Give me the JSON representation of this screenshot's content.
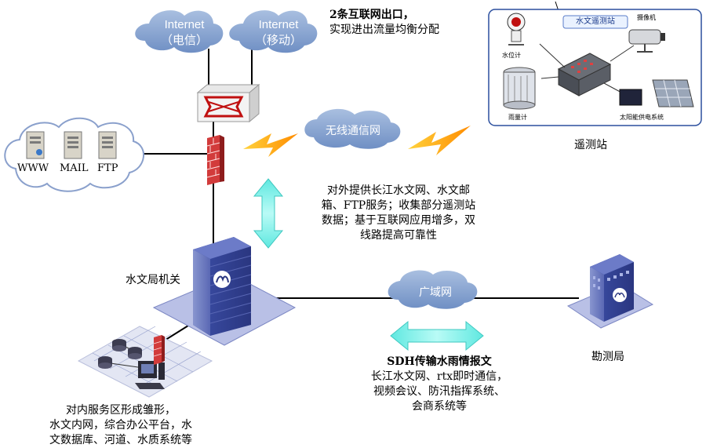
{
  "clouds": {
    "internet_telecom": {
      "line1": "Internet",
      "line2": "（电信）"
    },
    "internet_mobile": {
      "line1": "Internet",
      "line2": "（移动）"
    },
    "wireless": "无线通信网",
    "wan": "广域网"
  },
  "servers": {
    "www": "WWW",
    "mail": "MAIL",
    "ftp": "FTP"
  },
  "annotations": {
    "dual_exit": [
      "2条互联网出口，",
      "实现进出流量均衡分配"
    ],
    "external_services": [
      "对外提供长江水文网、水文邮",
      "箱、FTP服务；收集部分遥测站",
      "数据；基于互联网应用增多，双",
      "线路提高可靠性"
    ],
    "sdh": [
      "SDH传输水雨情报文",
      "长江水文网、rtx即时通信，",
      "视频会议、防汛指挥系统、",
      "会商系统等"
    ],
    "internal": [
      "对内服务区形成雏形，",
      "水文内网，综合办公平台，水",
      "文数据库、河道、水质系统等"
    ]
  },
  "nodes": {
    "hq": "水文局机关",
    "survey": "勘测局",
    "telemetry": "遥测站"
  },
  "telemetry_panel": {
    "title": "水文遥测站",
    "camera": "摄像机",
    "water_level": "水位计",
    "rain_gauge": "雨量计",
    "solar": "太阳能供电系统"
  }
}
